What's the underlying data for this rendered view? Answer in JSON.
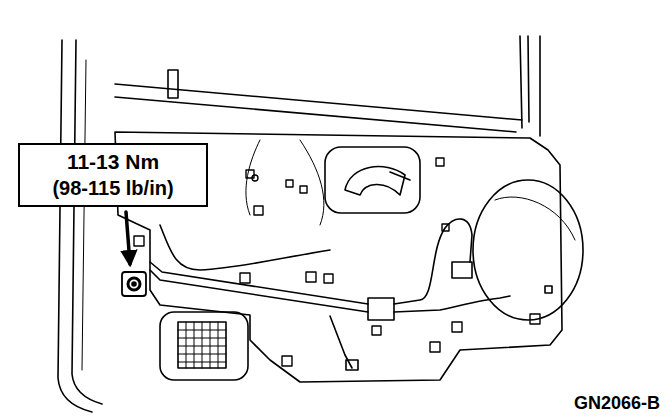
{
  "diagram": {
    "nodes": [
      {
        "text": [
          "11-13 Nm",
          "(98-115 lb/in)"
        ]
      }
    ],
    "labels": [
      "GN2066-B"
    ]
  }
}
